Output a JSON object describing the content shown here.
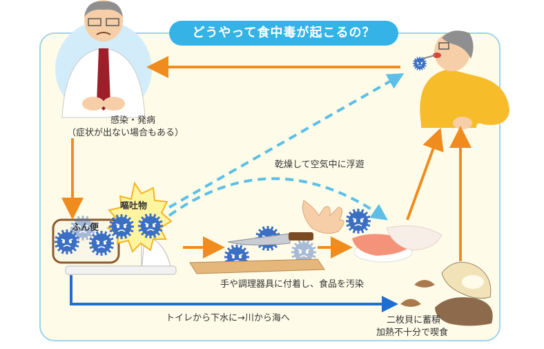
{
  "title": "どうやって食中毒が起こるの？",
  "labels": {
    "infection_line1": "感染・発病",
    "infection_line2": "（症状が出ない場合もある）",
    "airborne": "乾燥して空気中に浮遊",
    "vomit": "嘔吐物",
    "feces": "ふん便",
    "utensils": "手や調理器具に付着し、食品を汚染",
    "sewage": "トイレから下水に→川から海へ",
    "shellfish_line1": "二枚貝に蓄積",
    "shellfish_line2": "加熱不十分で喫食"
  },
  "colors": {
    "panel_bg": "#fefbe8",
    "panel_border": "#9fd3ec",
    "title_bg": "#35b3e6",
    "arrow_orange": "#f08c1e",
    "arrow_blue": "#1f6fd0",
    "arrow_dashed": "#5bbfe8",
    "virus": "#3a6fc4"
  },
  "icons": [
    "sick-man-icon",
    "eating-man-icon",
    "toilet-icon",
    "virus-icon",
    "hand-icon",
    "knife-icon",
    "cutting-board-icon",
    "sushi-icon",
    "oyster-icon"
  ]
}
